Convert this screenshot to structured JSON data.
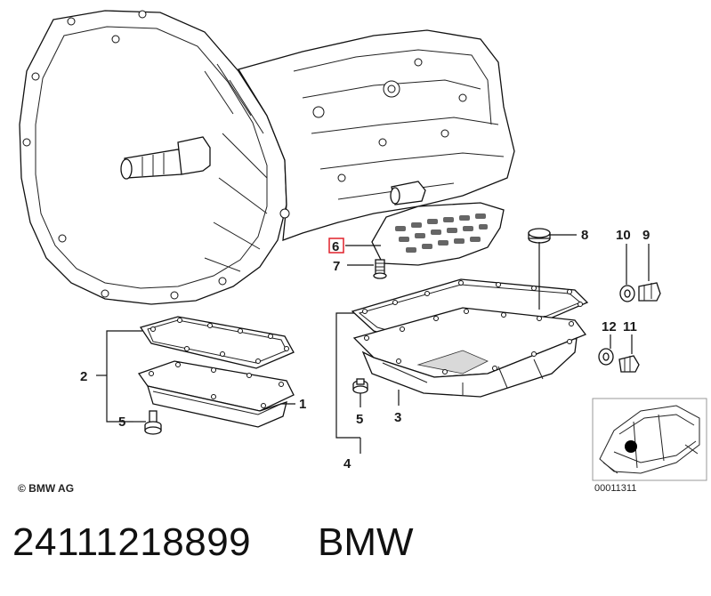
{
  "callouts": {
    "c1": "1",
    "c2": "2",
    "c3": "3",
    "c4": "4",
    "c5a": "5",
    "c5b": "5",
    "c6": "6",
    "c7": "7",
    "c8": "8",
    "c9": "9",
    "c10": "10",
    "c11": "11",
    "c12": "12"
  },
  "highlight": {
    "color": "#e0202a"
  },
  "copyright": "© BMW AG",
  "diagram_id": "00011311",
  "footer": {
    "part_number": "24111218899",
    "brand": "BMW"
  }
}
